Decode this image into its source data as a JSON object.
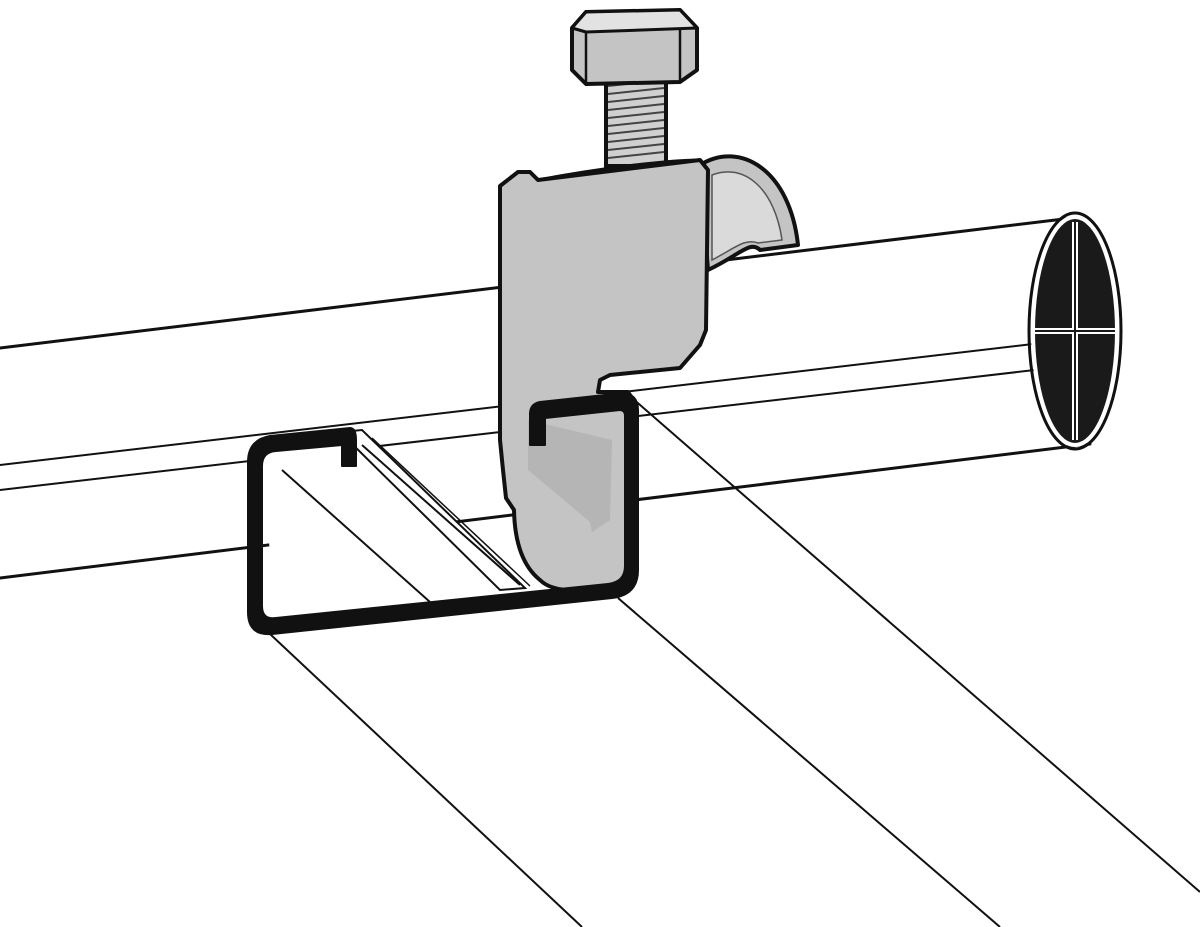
{
  "colors": {
    "background": "#ffffff",
    "outline": "#111111",
    "metal": "#c4c4c4",
    "metal_dark": "#9a9a9a",
    "metal_light": "#e2e2e2",
    "thread": "#d0d0d0",
    "pipe_end": "#1a1a1a",
    "pipe_fill": "#ffffff"
  },
  "parts": {
    "bolt": "hex-head-bolt",
    "clamp": "beam-clamp",
    "pipe": "round-pipe",
    "channel": "strut-channel"
  }
}
